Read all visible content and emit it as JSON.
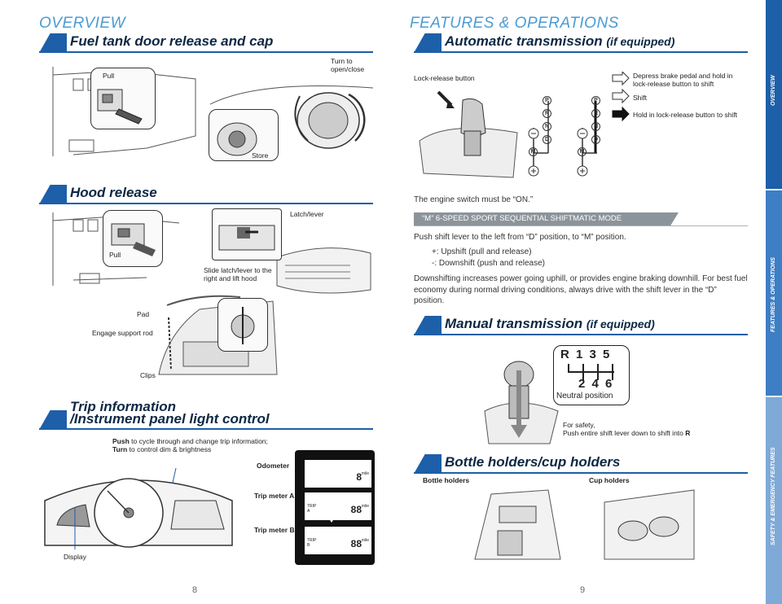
{
  "left": {
    "overview": "OVERVIEW",
    "fuel": {
      "title": "Fuel tank door release and cap",
      "pull": "Pull",
      "turn": "Turn to\nopen/close",
      "store": "Store"
    },
    "hood": {
      "title": "Hood release",
      "pull": "Pull",
      "latch": "Latch/lever",
      "slide": "Slide latch/lever to the\nright and lift hood",
      "pad": "Pad",
      "engage": "Engage support rod",
      "clips": "Clips"
    },
    "trip": {
      "title_line1": "Trip information",
      "title_line2": "/Instrument panel light control",
      "push_bold": "Push",
      "push_rest": " to cycle through and change trip information;",
      "turn_bold": "Turn",
      "turn_rest": " to control dim & brightness",
      "display": "Display",
      "odometer": "Odometer",
      "trip_a": "Trip meter A",
      "trip_b": "Trip meter B",
      "odo_val": "8",
      "trip_val": "88",
      "unit": "mile",
      "trip_a_tag": "TRIP\nA",
      "trip_b_tag": "TRIP\nB"
    },
    "page_number": "8"
  },
  "right": {
    "features": "FEATURES & OPERATIONS",
    "auto": {
      "title": "Automatic transmission",
      "qualifier": "(if equipped)",
      "lock_btn": "Lock-release button",
      "legend_depress": "Depress brake pedal and hold in\nlock-release button to shift",
      "legend_shift": "Shift",
      "legend_hold": "Hold in lock-release button to shift",
      "engine_on": "The engine switch must be “ON.”",
      "mode_bar": "“M” 6-SPEED SPORT SEQUENTIAL SHIFTMATIC MODE",
      "push_lever": "Push shift lever to the left from “D” position, to “M” position.",
      "plus": "+:   Upshift (pull and release)",
      "minus": "-:    Downshift (push and release)",
      "downshift": "Downshifting increases power going uphill, or provides engine braking downhill. For best fuel economy during normal driving conditions, always drive with the shift lever in the “D” position.",
      "gates": [
        "P",
        "R",
        "N",
        "D",
        "M"
      ]
    },
    "manual": {
      "title": "Manual transmission",
      "qualifier": "(if equipped)",
      "top_gears": "R 1 3 5",
      "bottom_gears": "2 4 6",
      "neutral": "Neutral position",
      "safety_line1": "For safety,",
      "safety_line2": "Push entire shift lever down to shift into ",
      "safety_r": "R"
    },
    "bottle": {
      "title": "Bottle holders/cup holders",
      "bottle_holders": "Bottle holders",
      "cup_holders": "Cup holders"
    },
    "page_number": "9"
  },
  "sidebar": {
    "overview": "OVERVIEW",
    "features": "FEATURES & OPERATIONS",
    "safety": "SAFETY & EMERGENCY FEATURES"
  },
  "colors": {
    "accent": "#1d5fa8",
    "heading": "#4b9bd3",
    "dark": "#0d2744"
  }
}
